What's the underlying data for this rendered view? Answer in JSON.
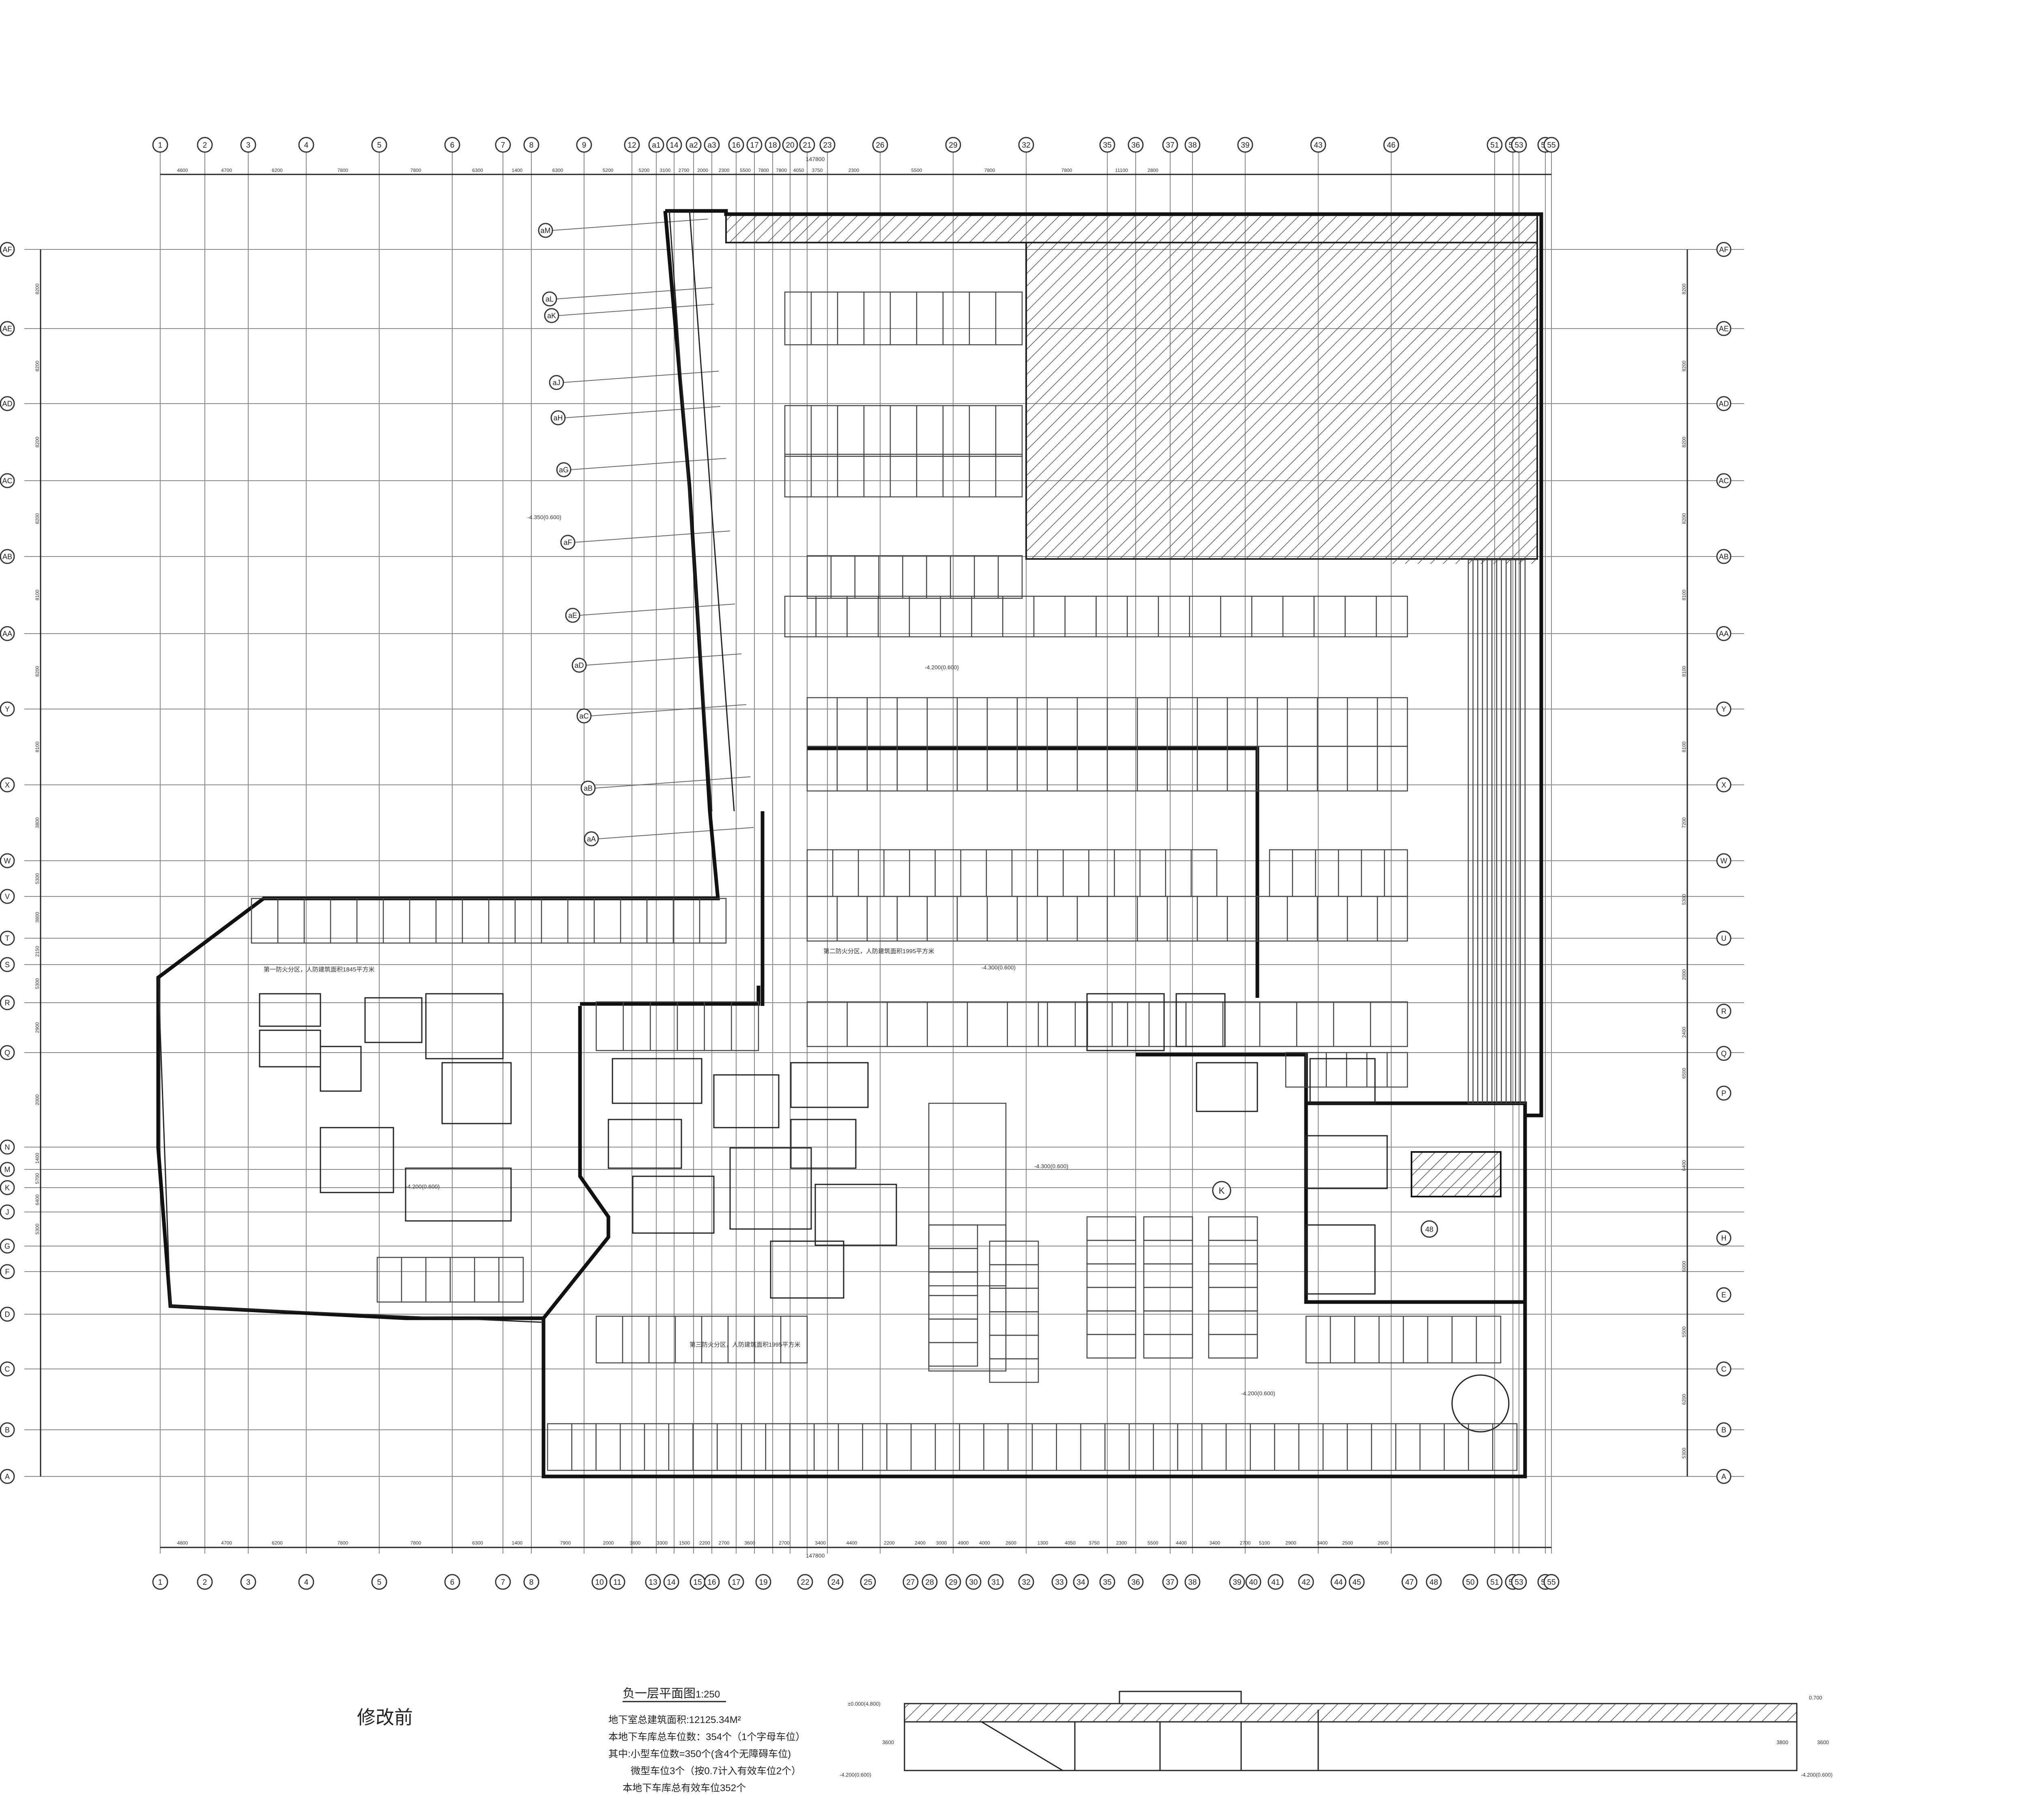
{
  "drawing": {
    "title": "负一层平面图",
    "scale": "1:250",
    "before_label": "修改前",
    "stats": [
      "地下室总建筑面积:12125.34M²",
      "本地下车库总车位数：354个（1个字母车位）",
      "其中:小型车位数=350个(含4个无障碍车位)",
      "微型车位3个（按0.7计入有效车位2个）",
      "本地下车库总有效车位352个"
    ],
    "total_dimension": "147800"
  },
  "grid": {
    "columns_top": [
      "1",
      "2",
      "3",
      "4",
      "5",
      "6",
      "7",
      "8",
      "9",
      "12",
      "a1",
      "14",
      "a2",
      "a3",
      "16",
      "17",
      "18",
      "20",
      "21",
      "23",
      "26",
      "29",
      "32",
      "35",
      "36",
      "37",
      "38",
      "39",
      "43",
      "46",
      "51",
      "52",
      "53",
      "54",
      "55"
    ],
    "columns_bottom": [
      "1",
      "2",
      "3",
      "4",
      "5",
      "6",
      "7",
      "8",
      "10",
      "11",
      "13",
      "14",
      "15",
      "16",
      "17",
      "19",
      "22",
      "24",
      "25",
      "27",
      "28",
      "29",
      "30",
      "31",
      "32",
      "33",
      "34",
      "35",
      "36",
      "37",
      "38",
      "39",
      "40",
      "41",
      "42",
      "44",
      "45",
      "47",
      "48",
      "50",
      "51",
      "52",
      "53",
      "54",
      "55"
    ],
    "rows_left": [
      "AF",
      "AE",
      "AD",
      "AC",
      "AB",
      "AA",
      "Y",
      "X",
      "W",
      "V",
      "T",
      "S",
      "R",
      "Q",
      "N",
      "M",
      "K",
      "J",
      "G",
      "F",
      "D",
      "C",
      "B",
      "A"
    ],
    "rows_right": [
      "AF",
      "AE",
      "AD",
      "AC",
      "AB",
      "AA",
      "Y",
      "X",
      "W",
      "U",
      "R",
      "Q",
      "P",
      "H",
      "E",
      "C",
      "B",
      "A"
    ],
    "sub_axes": [
      "aM",
      "aL",
      "aK",
      "aJ",
      "aH",
      "aG",
      "aF",
      "aE",
      "aD",
      "aC",
      "aB",
      "aA"
    ],
    "dims_top": [
      "4800",
      "4700",
      "6200",
      "7800",
      "7800",
      "6300",
      "1400",
      "6300",
      "5200",
      "5200",
      "3100",
      "2700",
      "2000",
      "2300",
      "5500",
      "7800",
      "7800",
      "4050",
      "3750",
      "2300",
      "5500",
      "7800",
      "7800",
      "11100",
      "2800"
    ],
    "dims_bottom": [
      "4800",
      "4700",
      "6200",
      "7800",
      "7800",
      "6300",
      "1400",
      "7900",
      "2000",
      "3600",
      "3300",
      "1500",
      "2200",
      "2700",
      "3600",
      "2700",
      "3400",
      "4400",
      "2200",
      "2400",
      "3000",
      "4900",
      "4000",
      "2600",
      "1300",
      "4050",
      "3750",
      "2300",
      "5500",
      "4400",
      "3400",
      "2700",
      "5100",
      "2900",
      "3400",
      "2500",
      "2600"
    ],
    "dims_left": [
      "8200",
      "8200",
      "8200",
      "8200",
      "8100",
      "8200",
      "8100",
      "3800",
      "5300",
      "3800",
      "2150",
      "5300",
      "2900",
      "2000",
      "1400",
      "5700",
      "6400",
      "5300"
    ],
    "dims_right": [
      "8200",
      "8200",
      "8200",
      "8200",
      "8100",
      "8100",
      "8100",
      "7200",
      "5300",
      "2000",
      "2400",
      "6500",
      "6400",
      "6000",
      "5500",
      "6200",
      "5300",
      "5300"
    ]
  },
  "annotations": {
    "levels": [
      "-4.350(0.600)",
      "-4.200(0.600)",
      "-4.300(0.600)",
      "-4.200(0.600)",
      "-4.300(0.600)",
      "-4.200(0.600)"
    ],
    "fire_zone_1": "第一防火分区，人防建筑面积1845平方米",
    "fire_zone_2": "第二防火分区，人防建筑面积1995平方米",
    "fire_zone_3": "第三防火分区，人防建筑面积1995平方米",
    "special_lot": "K",
    "lot_48": "48"
  },
  "section": {
    "levels": [
      "±0.000(4.800)",
      "-4.200(0.600)",
      "-4.200(0.600)",
      "0.700"
    ],
    "dims": [
      "3600",
      "3800",
      "3600"
    ]
  }
}
